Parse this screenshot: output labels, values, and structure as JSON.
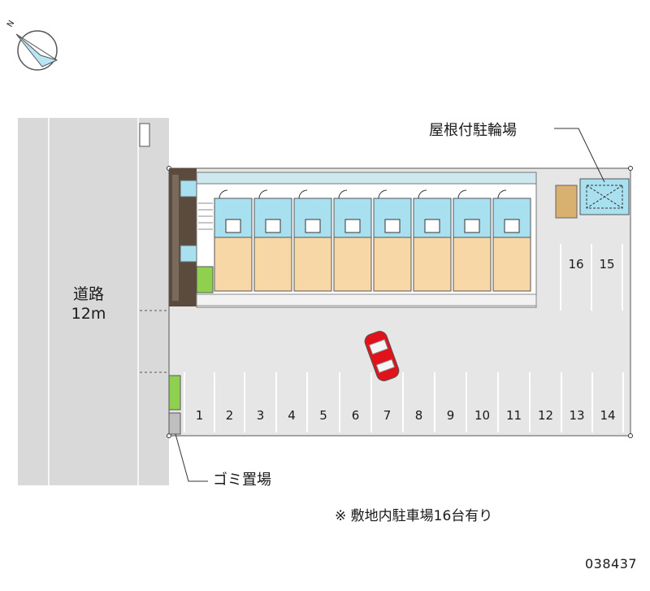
{
  "compass": {
    "north_label": "N",
    "icon": "compass-icon"
  },
  "road": {
    "label_line1": "道路",
    "label_line2": "12m"
  },
  "bike_parking": {
    "label": "屋根付駐輪場"
  },
  "trash": {
    "label": "ゴミ置場"
  },
  "note": {
    "text": "※ 敷地内駐車場16台有り"
  },
  "property_code": "038437",
  "parking_slots": [
    "1",
    "2",
    "3",
    "4",
    "5",
    "6",
    "7",
    "8",
    "9",
    "10",
    "11",
    "12",
    "13",
    "14",
    "15",
    "16"
  ],
  "colors": {
    "road": "#d9d9d9",
    "lot": "#e6e6e6",
    "unit_room": "#f7d7a6",
    "unit_wet": "#a8e0f0",
    "wall": "#5b4a3e",
    "grass": "#8fd14f",
    "car": "#e0121a"
  }
}
